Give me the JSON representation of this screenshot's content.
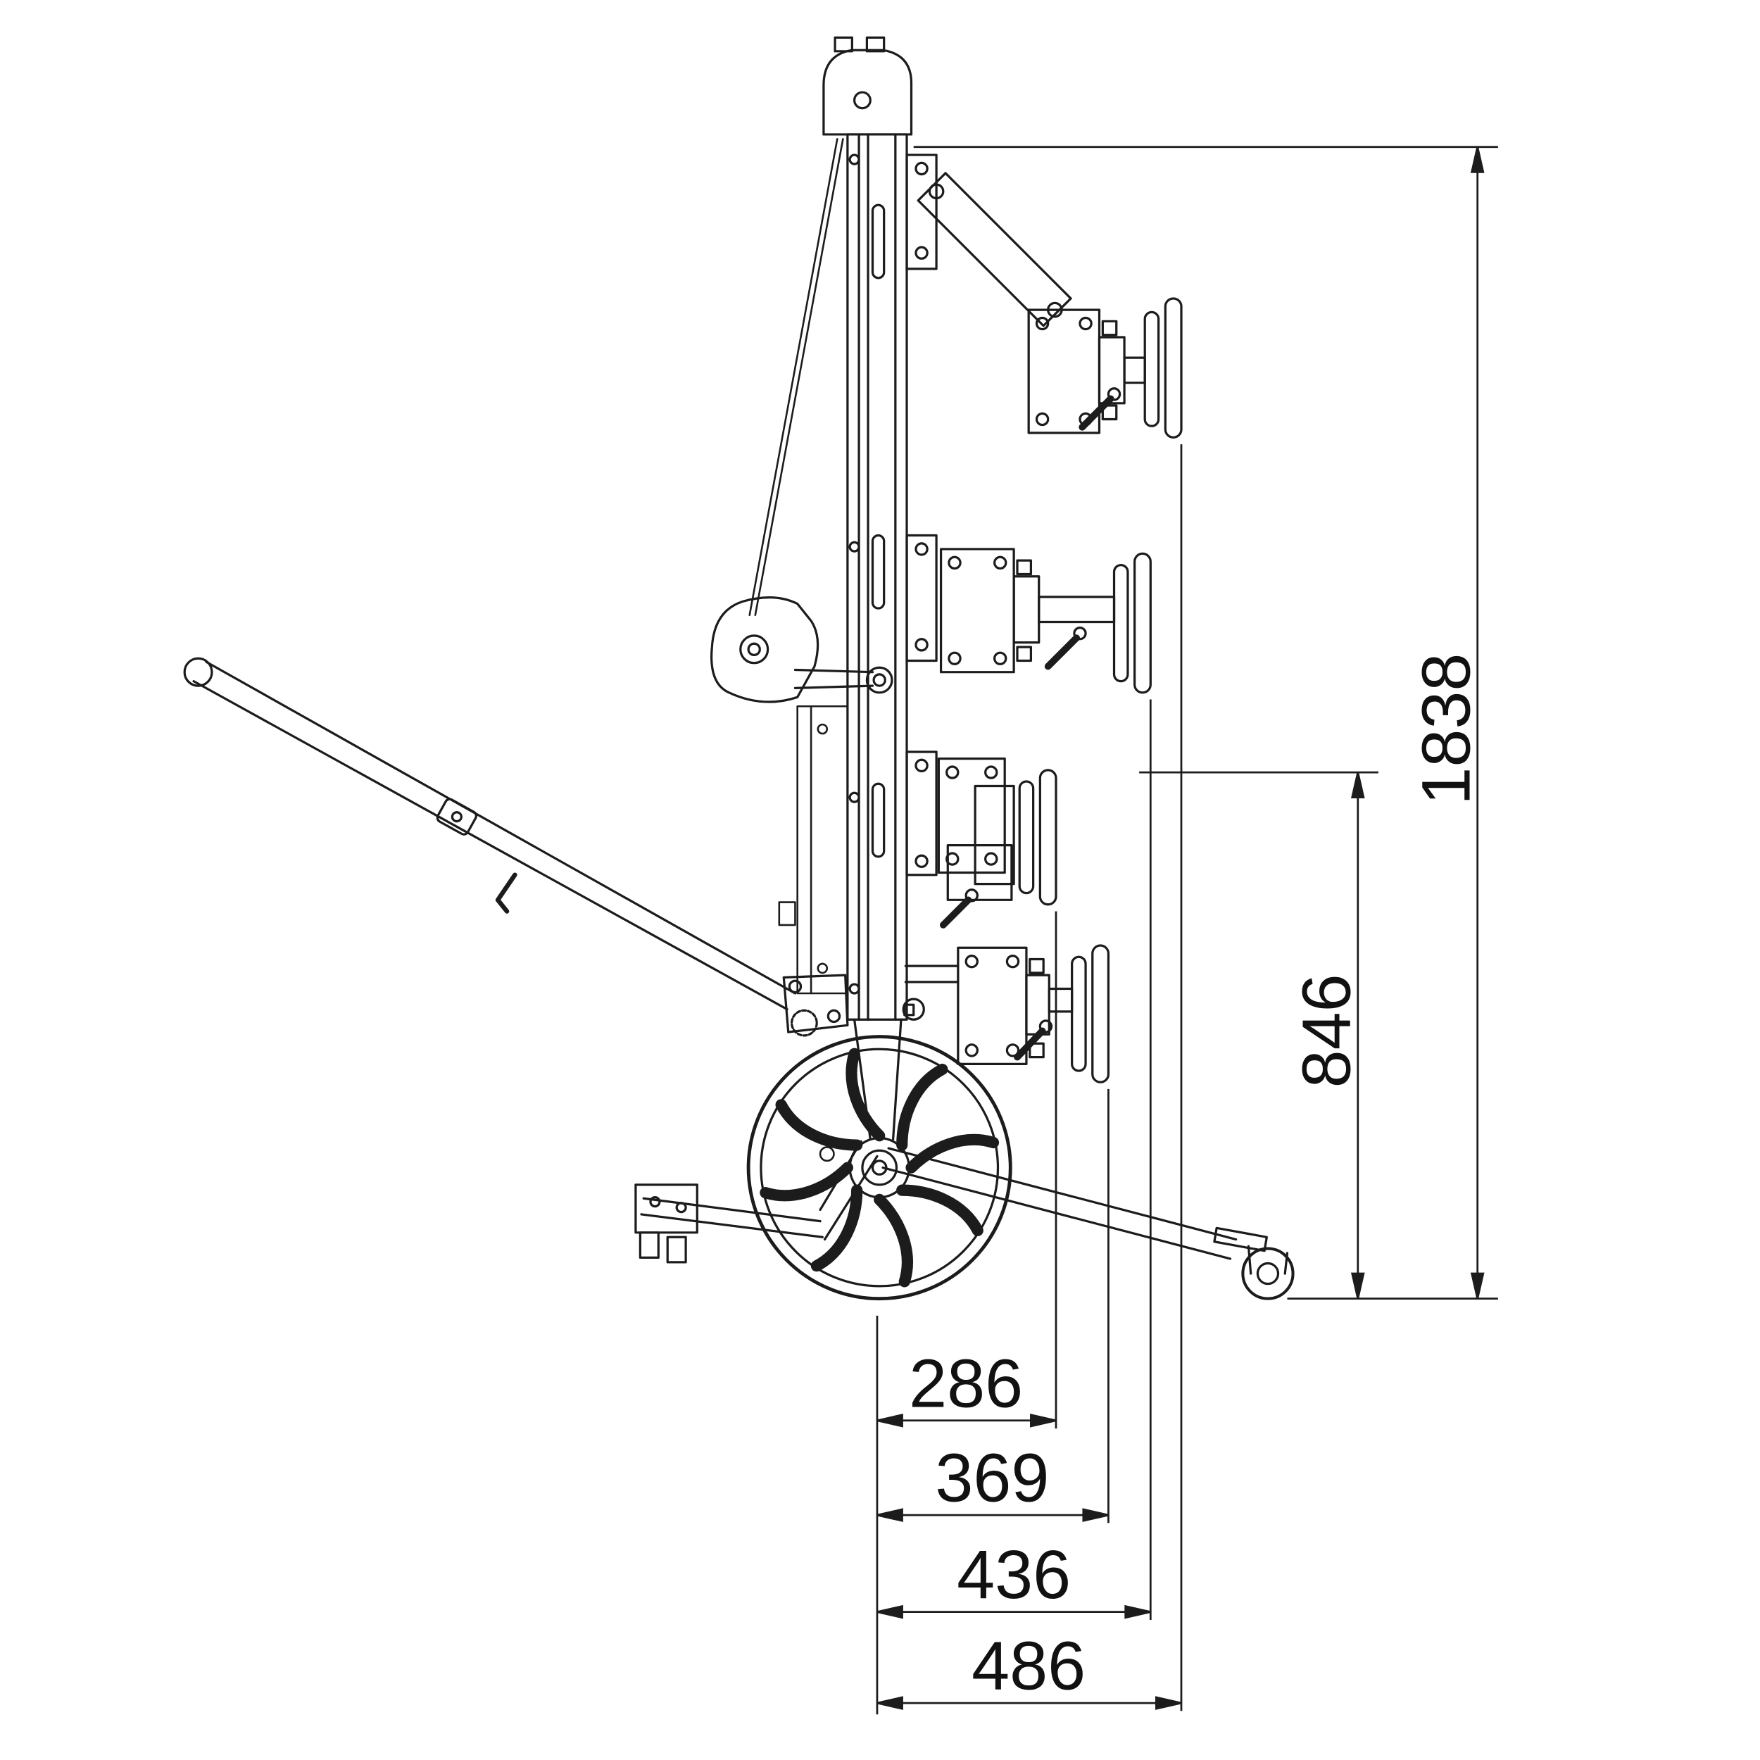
{
  "page": {
    "background": "#ffffff",
    "line_color": "#1c1c1c"
  },
  "drawing": {
    "type": "technical-dimension-drawing",
    "subject": "wheeled vacuum lifter - side elevation",
    "dimensions": {
      "overall_height": "1838",
      "suction_frame_height": "846",
      "cup_plane_offset_1": "286",
      "cup_plane_offset_2": "369",
      "cup_plane_offset_3": "436",
      "cup_plane_offset_4": "486"
    }
  }
}
